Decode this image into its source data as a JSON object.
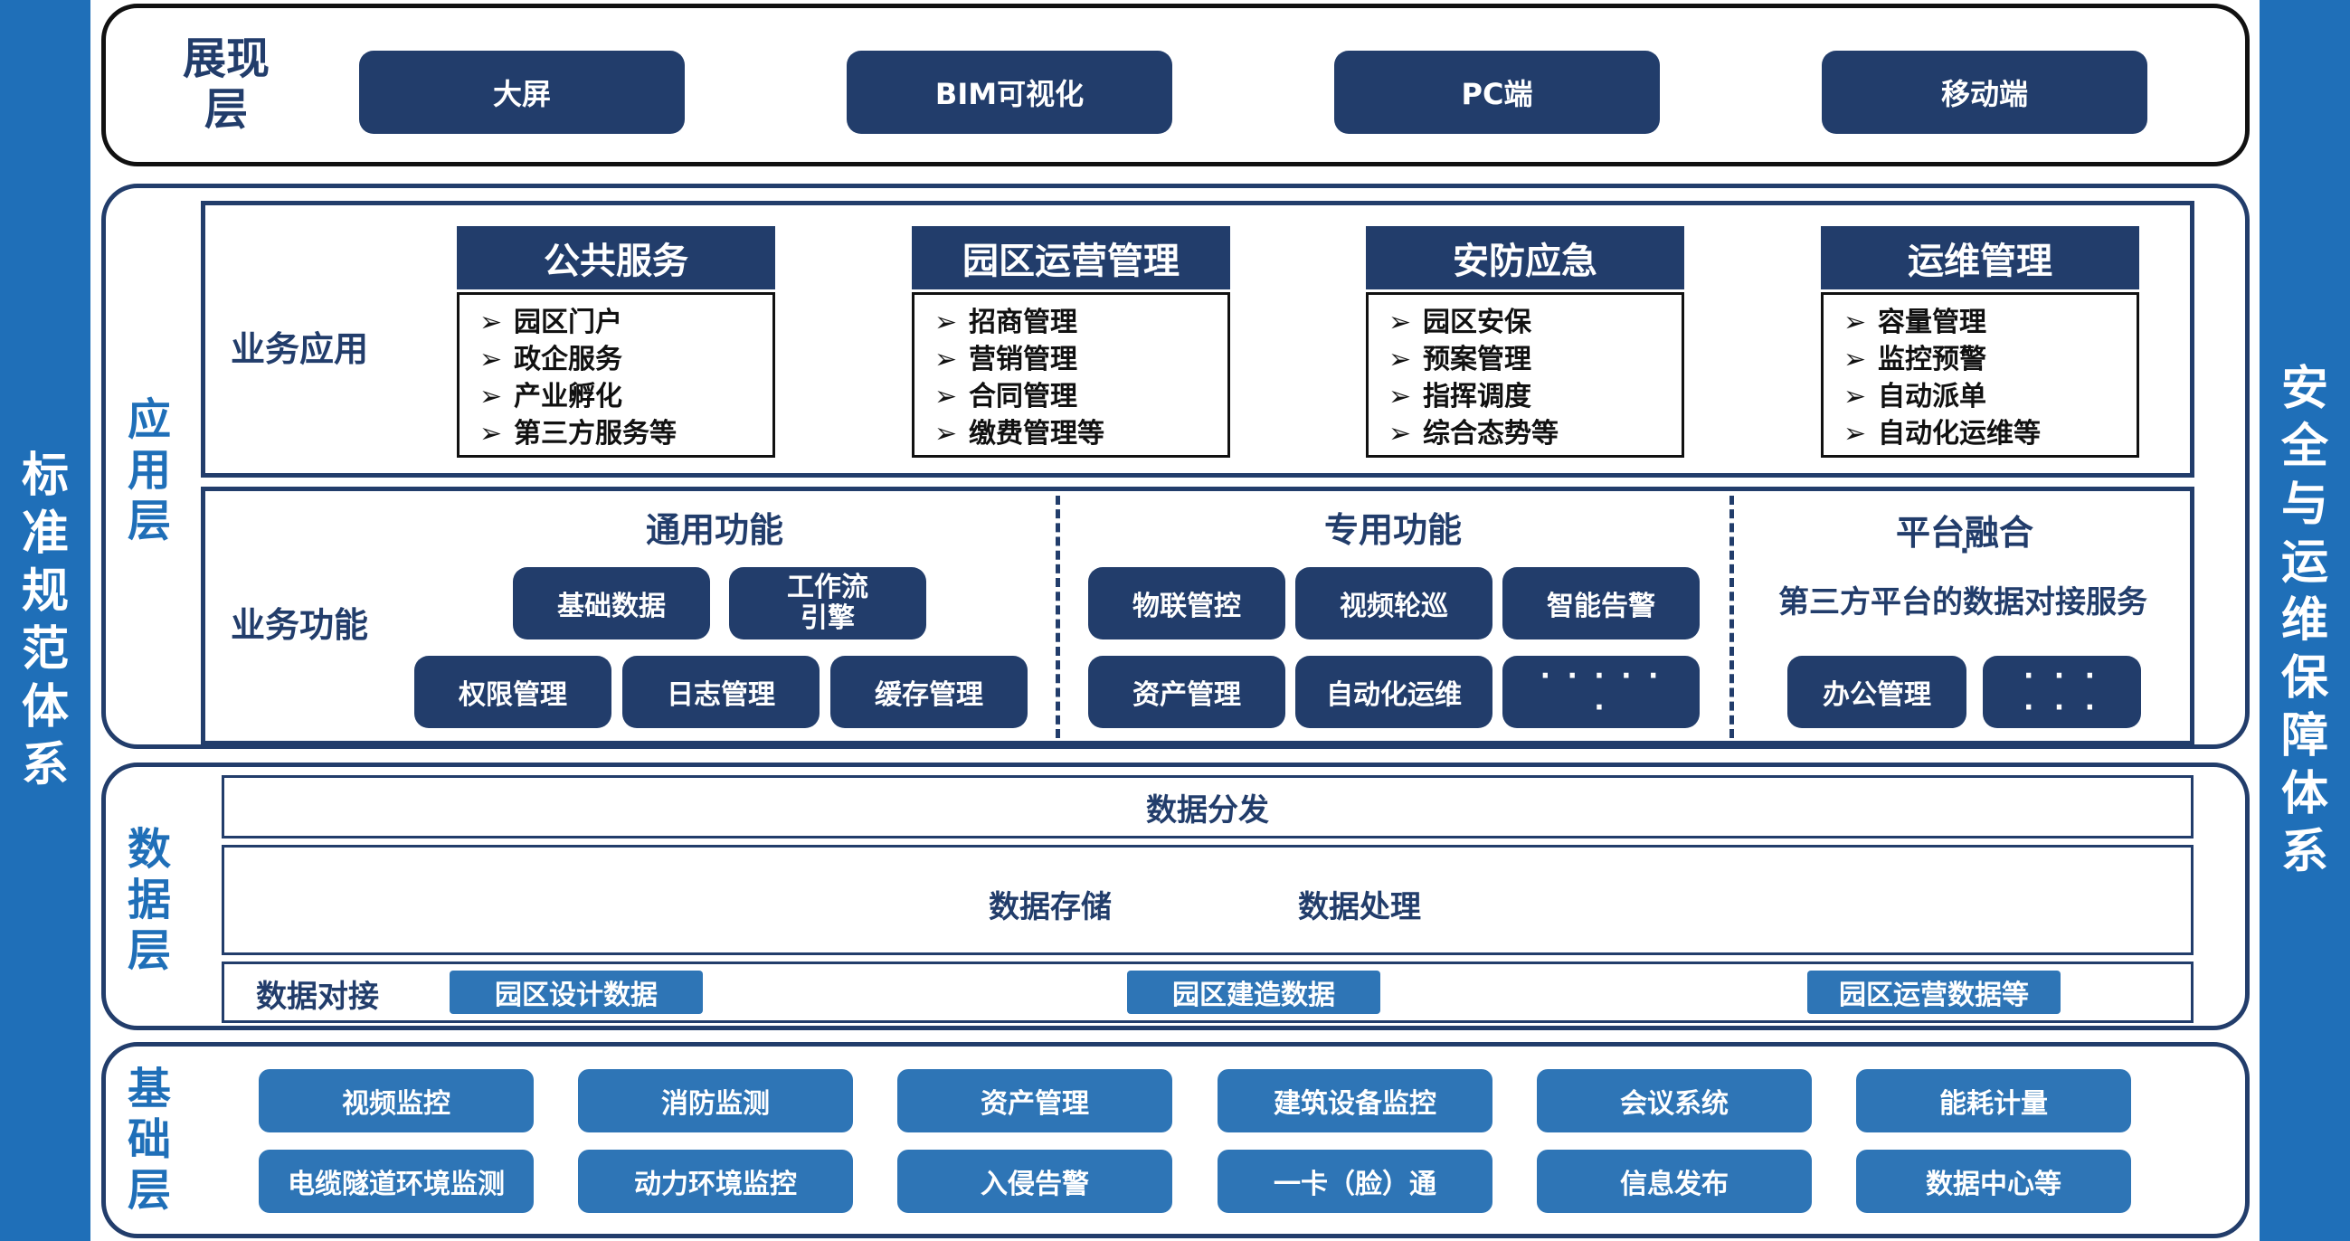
{
  "sides": {
    "left": "标准规范体系",
    "right": "安全与运维保障体系"
  },
  "presentation": {
    "label": "展现层",
    "buttons": [
      "大屏",
      "BIM可视化",
      "PC端",
      "移动端"
    ]
  },
  "application": {
    "label": "应用层",
    "business_app": {
      "label": "业务应用",
      "cards": [
        {
          "title": "公共服务",
          "items": [
            "园区门户",
            "政企服务",
            "产业孵化",
            "第三方服务等"
          ]
        },
        {
          "title": "园区运营管理",
          "items": [
            "招商管理",
            "营销管理",
            "合同管理",
            "缴费管理等"
          ]
        },
        {
          "title": "安防应急",
          "items": [
            "园区安保",
            "预案管理",
            "指挥调度",
            "综合态势等"
          ]
        },
        {
          "title": "运维管理",
          "items": [
            "容量管理",
            "监控预警",
            "自动派单",
            "自动化运维等"
          ]
        }
      ]
    },
    "business_func": {
      "label": "业务功能",
      "general": {
        "title": "通用功能",
        "row1": [
          "基础数据",
          "工作流引擎"
        ],
        "row2": [
          "权限管理",
          "日志管理",
          "缓存管理"
        ]
      },
      "special": {
        "title": "专用功能",
        "row1": [
          "物联管控",
          "视频轮巡",
          "智能告警"
        ],
        "row2": [
          "资产管理",
          "自动化运维",
          "· · · · · ·"
        ]
      },
      "platform": {
        "title": "平台融合",
        "bullet": "·",
        "subtitle": "第三方平台的数据对接服务",
        "row": [
          "办公管理",
          "· · · · · ·"
        ]
      }
    }
  },
  "data_layer": {
    "label": "数据层",
    "distribution": "数据分发",
    "storage": "数据存储",
    "processing": "数据处理",
    "integration_label": "数据对接",
    "tags": [
      "园区设计数据",
      "园区建造数据",
      "园区运营数据等"
    ]
  },
  "base_layer": {
    "label": "基础层",
    "row1": [
      "视频监控",
      "消防监测",
      "资产管理",
      "建筑设备监控",
      "会议系统",
      "能耗计量"
    ],
    "row2": [
      "电缆隧道环境监测",
      "动力环境监控",
      "入侵告警",
      "一卡（脸）通",
      "信息发布",
      "数据中心等"
    ]
  },
  "colors": {
    "navy": "#223d6b",
    "blue": "#2e75b6",
    "side_blue": "#1f6fb8"
  }
}
